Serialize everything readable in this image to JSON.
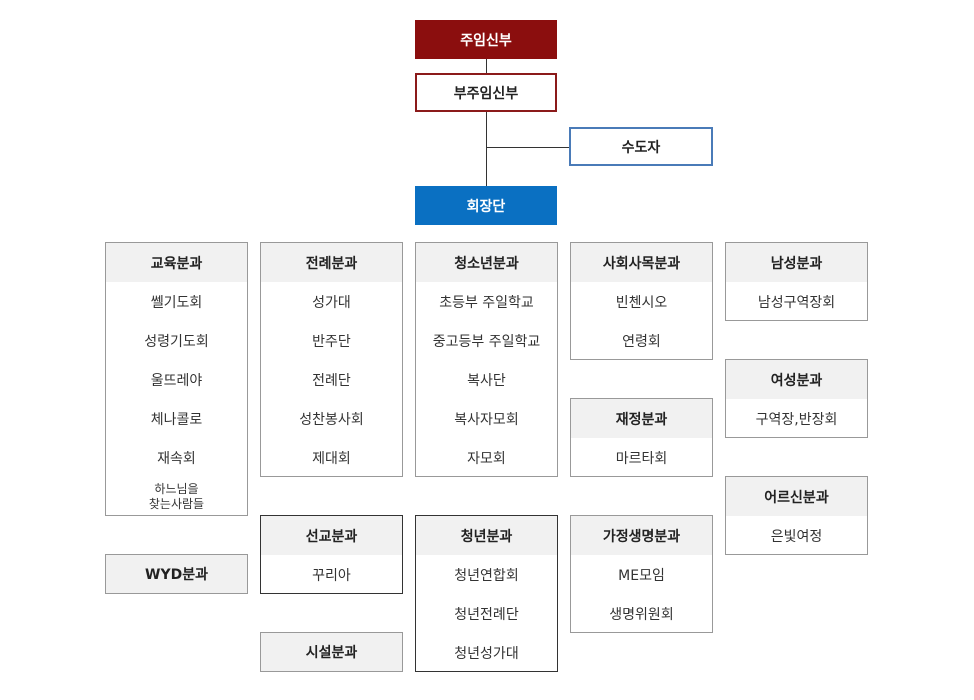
{
  "leadership": {
    "pastor": "주임신부",
    "associate": "부주임신부",
    "religious": "수도자",
    "council": "회장단"
  },
  "departments": {
    "education": {
      "title": "교육분과",
      "items": [
        "쎌기도회",
        "성령기도회",
        "울뜨레야",
        "체나콜로",
        "재속회",
        "하느님을\n찾는사람들"
      ]
    },
    "wyd": {
      "title": "WYD분과"
    },
    "liturgy": {
      "title": "전례분과",
      "items": [
        "성가대",
        "반주단",
        "전례단",
        "성찬봉사회",
        "제대회"
      ]
    },
    "mission": {
      "title": "선교분과",
      "items": [
        "꾸리아"
      ]
    },
    "facilities": {
      "title": "시설분과"
    },
    "youth": {
      "title": "청소년분과",
      "items": [
        "초등부 주일학교",
        "중고등부 주일학교",
        "복사단",
        "복사자모회",
        "자모회"
      ]
    },
    "young_adult": {
      "title": "청년분과",
      "items": [
        "청년연합회",
        "청년전례단",
        "청년성가대"
      ]
    },
    "social": {
      "title": "사회사목분과",
      "items": [
        "빈첸시오",
        "연령회"
      ]
    },
    "finance": {
      "title": "재정분과",
      "items": [
        "마르타회"
      ]
    },
    "family_life": {
      "title": "가정생명분과",
      "items": [
        "ME모임",
        "생명위원회"
      ]
    },
    "men": {
      "title": "남성분과",
      "items": [
        "남성구역장회"
      ]
    },
    "women": {
      "title": "여성분과",
      "items": [
        "구역장,반장회"
      ]
    },
    "elders": {
      "title": "어르신분과",
      "items": [
        "은빛여정"
      ]
    }
  },
  "colors": {
    "pastor_bg": "#8b0e0e",
    "associate_border": "#8b1a1a",
    "religious_border": "#4a7bb8",
    "council_bg": "#0a70c2"
  }
}
